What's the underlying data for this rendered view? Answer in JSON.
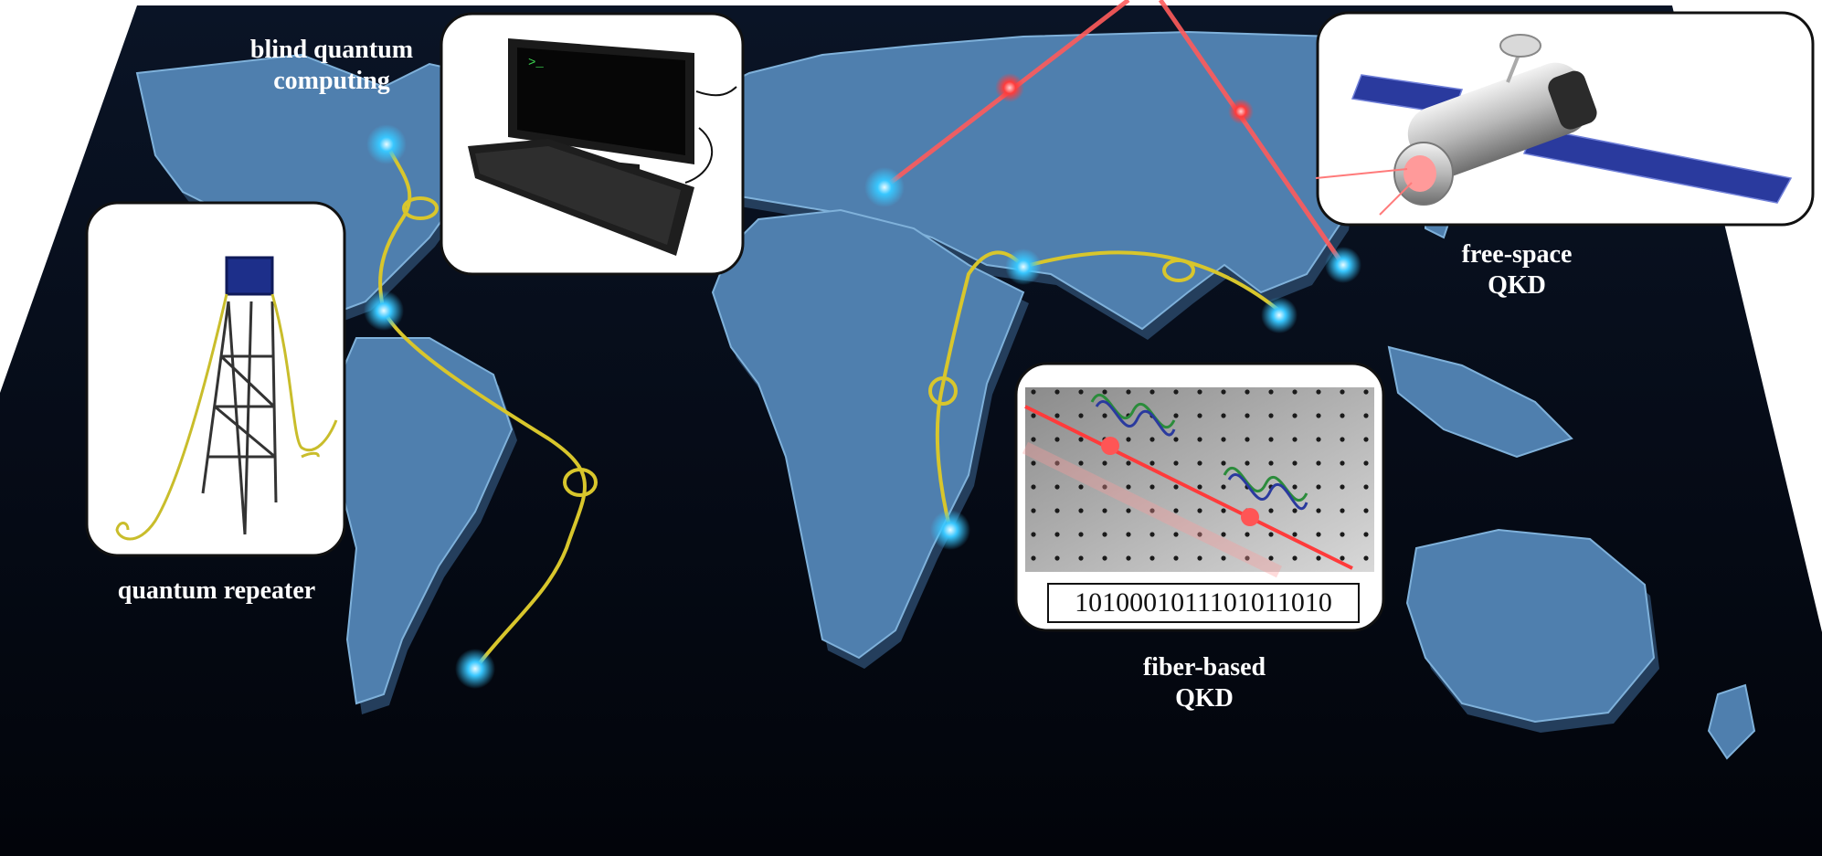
{
  "labels": {
    "blind_quantum": [
      "blind quantum",
      "computing"
    ],
    "quantum_repeater": "quantum repeater",
    "free_space": [
      "free-space",
      "QKD"
    ],
    "fiber_based": [
      "fiber-based",
      "QKD"
    ]
  },
  "fiber_inset": {
    "bitstring": "1010001011101011010"
  },
  "computer_inset": {
    "prompt": ">_"
  },
  "colors": {
    "ocean": "#05070f",
    "land": "#4f7fae",
    "land_edge": "#7fb1da",
    "fiber": "#d8c62c",
    "node_glow": "#38c7ff",
    "laser": "#ff4a4a",
    "background": "#ffffff"
  },
  "icons": [
    "computer-icon",
    "satellite-icon",
    "repeater-tower-icon",
    "optical-table-icon",
    "photon-icon"
  ]
}
